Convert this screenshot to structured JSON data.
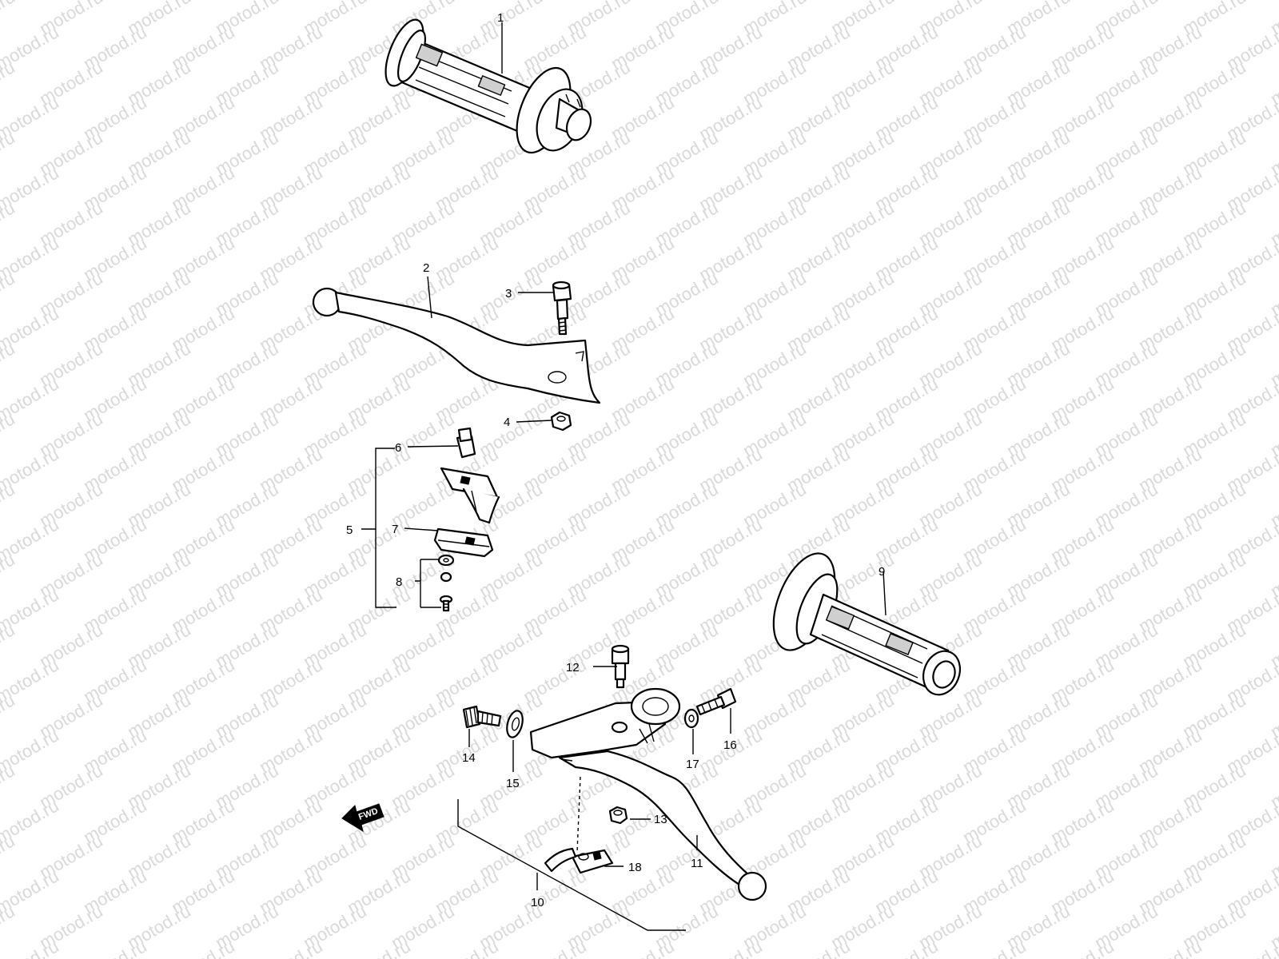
{
  "watermark": {
    "text": "motod.ru"
  },
  "callouts": {
    "n1": "1",
    "n2": "2",
    "n3": "3",
    "n4": "4",
    "n5": "5",
    "n6": "6",
    "n7": "7",
    "n8": "8",
    "n9": "9",
    "n10": "10",
    "n11": "11",
    "n12": "12",
    "n13": "13",
    "n14": "14",
    "n15": "15",
    "n16": "16",
    "n17": "17",
    "n18": "18"
  },
  "fwd_arrow": {
    "label": "FWD"
  },
  "parts": [
    "right-grip-throttle",
    "front-brake-lever",
    "brake-lever-pivot-bolt",
    "brake-lever-nut",
    "front-brake-light-switch-assembly",
    "switch-cap",
    "switch-body",
    "switch-screw-washer-set",
    "left-grip",
    "clutch-lever-bracket-assembly",
    "clutch-lever",
    "clutch-lever-pivot-bolt",
    "clutch-lever-nut",
    "clutch-adjuster",
    "adjuster-locknut",
    "bracket-bolt",
    "bracket-washer",
    "clutch-switch"
  ]
}
